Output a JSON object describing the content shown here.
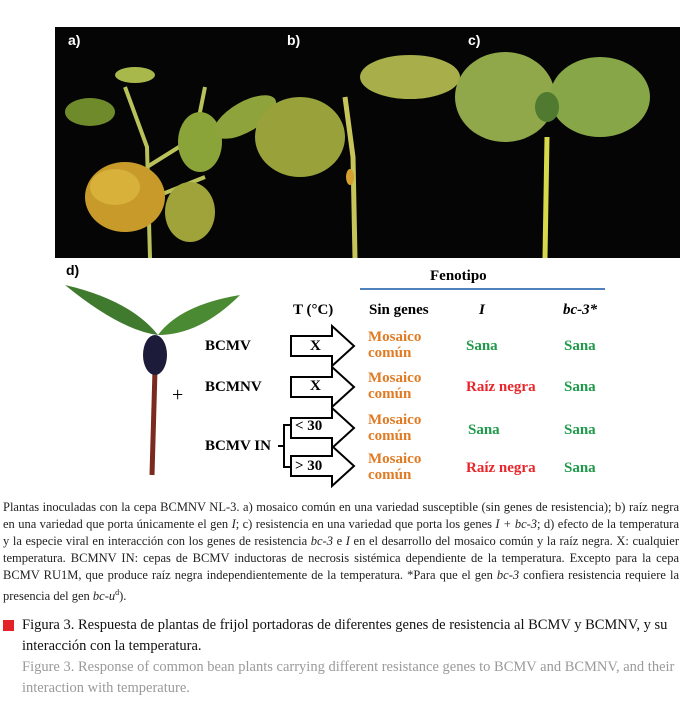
{
  "panels": {
    "a": "a)",
    "b": "b)",
    "c": "c)",
    "d": "d)"
  },
  "diagram": {
    "plus": "+",
    "fenotipo": "Fenotipo",
    "headers": {
      "temp": "T (°C)",
      "sin_genes": "Sin genes",
      "i": "I",
      "bc3": "bc-3*"
    },
    "rows": [
      {
        "virus": "BCMV",
        "temp": "X",
        "sin_genes": [
          "Mosaico",
          "común"
        ],
        "i": "Sana",
        "bc3": "Sana"
      },
      {
        "virus": "BCMNV",
        "temp": "X",
        "sin_genes": [
          "Mosaico",
          "común"
        ],
        "i": "Raíz negra",
        "bc3": "Sana"
      },
      {
        "virus": "BCMV IN",
        "temp": "< 30",
        "sin_genes": [
          "Mosaico",
          "común"
        ],
        "i": "Sana",
        "bc3": "Sana"
      },
      {
        "virus": "",
        "temp": "> 30",
        "sin_genes": [
          "Mosaico",
          "común"
        ],
        "i": "Raíz negra",
        "bc3": "Sana"
      }
    ],
    "colors": {
      "orange": "#e07b24",
      "green": "#1f9a4a",
      "red": "#e8262b",
      "rule": "#4f81bd"
    }
  },
  "caption": {
    "s1": "Plantas inoculadas con la cepa BCMNV NL-3. a) mosaico común en una variedad susceptible (sin genes de resistencia); b) raíz negra en una variedad que porta únicamente el gen ",
    "i1": "I",
    "s2": "; c) resistencia en una variedad que porta los genes ",
    "i2": "I + bc-3",
    "s3": "; d) efecto de la temperatura y la especie viral en interacción con los genes de resistencia ",
    "i3": "bc-3",
    "s4": " e ",
    "i4": "I",
    "s5": " en el desarrollo del mosaico común y la raíz negra. X: cualquier temperatura. BCMNV IN: cepas de BCMV inductoras de necrosis sistémica dependiente de la temperatura. Excepto para la cepa BCMV RU1M, que produce raíz negra independientemente de la temperatura. *Para que el gen ",
    "i5": "bc-3",
    "s6": " confiera resistencia requiere la presencia del gen ",
    "i6": "bc-u",
    "sup": "d",
    "s7": ")."
  },
  "figure": {
    "title_es": "Figura 3. Respuesta de plantas de frijol portadoras de diferentes genes de resistencia al BCMV y BCMNV, y su interacción con la temperatura.",
    "title_en": "Figure 3. Response of common bean plants carrying different resistance genes to BCMV and BCMNV, and their interaction with temperature."
  }
}
